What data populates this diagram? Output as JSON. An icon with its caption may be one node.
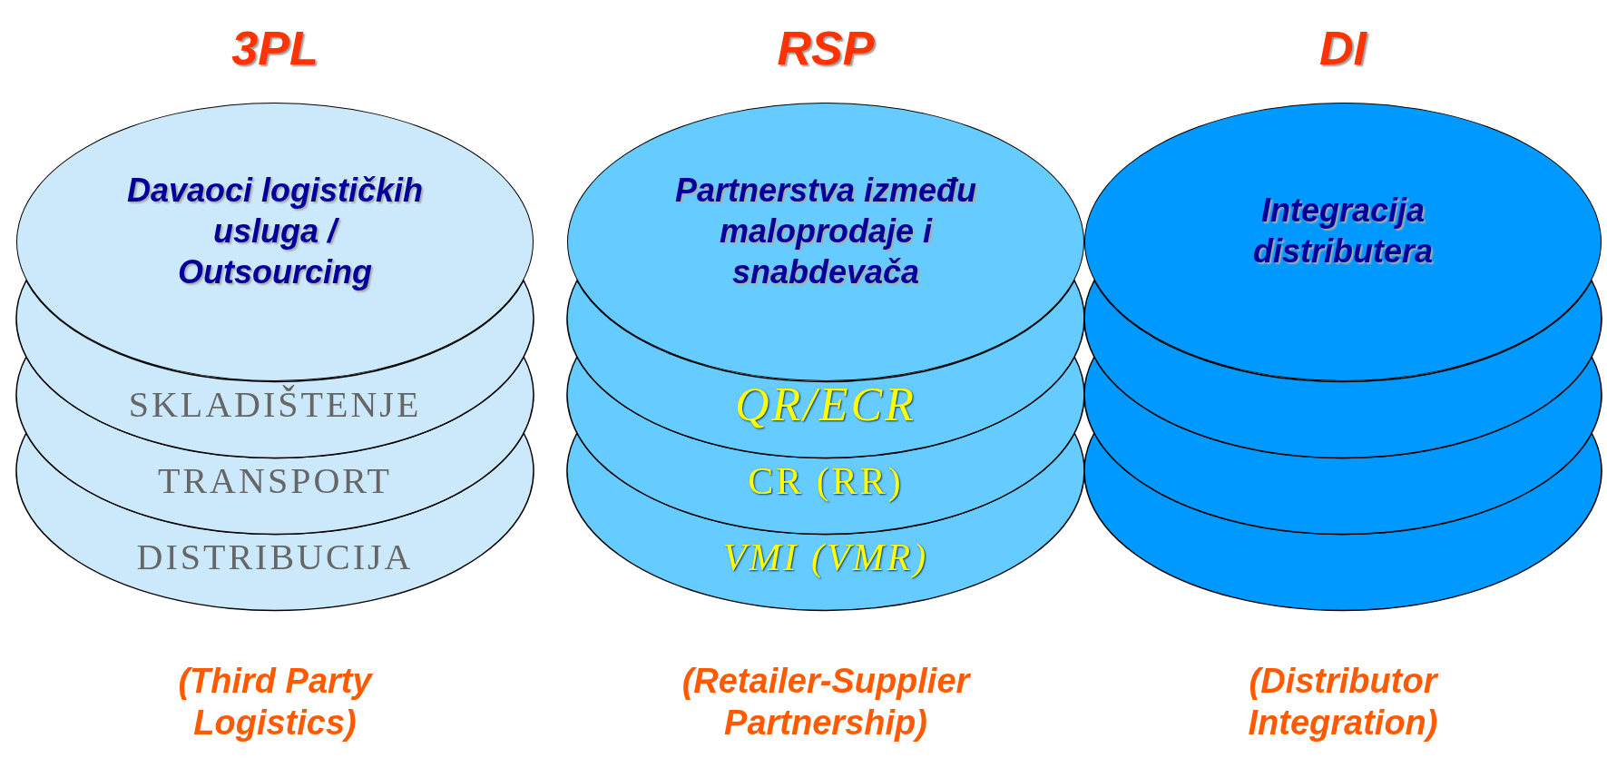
{
  "diagram": {
    "nodes": [
      {
        "text": [
          "3PL",
          "Davaoci logističkih usluga / Outsourcing"
        ]
      },
      {
        "text": [
          "SKLADIŠTENJE"
        ]
      },
      {
        "text": [
          "TRANSPORT"
        ]
      },
      {
        "text": [
          "DISTRIBUCIJA"
        ],
        "beside": [
          "(Third Party Logistics)"
        ]
      },
      {
        "text": [
          "RSP",
          "Partnerstva između maloprodaje i snabdevača"
        ]
      },
      {
        "text": [
          "QR/ECR"
        ]
      },
      {
        "text": [
          "CR (RR)"
        ]
      },
      {
        "text": [
          "VMI (VMR)"
        ],
        "beside": [
          "(Retailer-Supplier Partnership)"
        ]
      },
      {
        "text": [
          "DI",
          "Integracija distributera"
        ]
      },
      {
        "text": [],
        "shape": "ellipse"
      },
      {
        "text": [],
        "shape": "ellipse"
      },
      {
        "text": [],
        "shape": "ellipse",
        "beside": [
          "(Distributor Integration)"
        ]
      }
    ],
    "edges": []
  }
}
